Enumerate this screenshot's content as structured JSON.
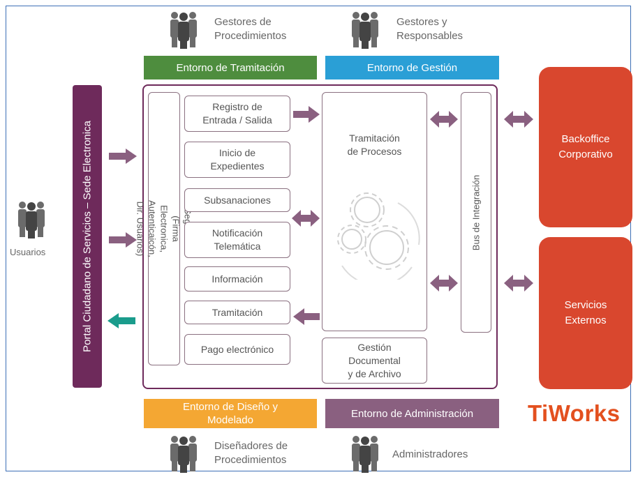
{
  "groups": {
    "gestores_procedimientos": "Gestores de\nProcedimientos",
    "gestores_responsables": "Gestores y\nResponsables",
    "usuarios": "Usuarios",
    "disenadores": "Diseñadores de\nProcedimientos",
    "administradores": "Administradores"
  },
  "environments": {
    "tramitacion": "Entorno de Tramitación",
    "gestion": "Entorno de Gestión",
    "diseno": "Entorno de Diseño y\nModelado",
    "administracion": "Entorno de Administración"
  },
  "portal": "Portal Ciudadano de Servicios – Sede Electronica",
  "seguridad": "Seguridad\n(Firma Electronica, Autenticaicón, Dir. Usuarios)",
  "services": [
    "Registro de\nEntrada / Salida",
    "Inicio de\nExpedientes",
    "Subsanaciones",
    "Notificación\nTelemática",
    "Información",
    "Tramitación",
    "Pago electrónico"
  ],
  "tramitacion_procesos": "Tramitación\nde Procesos",
  "gestion_documental": "Gestión\nDocumental\ny de Archivo",
  "bus": "Bus de Integración",
  "backoffice": "Backoffice\nCorporativo",
  "servicios_externos": "Servicios\nExternos",
  "brand": "TiWorks",
  "colors": {
    "portal": "#6e2a5b",
    "env_tramitacion": "#4e8d3e",
    "env_gestion": "#2a9fd6",
    "env_diseno": "#f4a733",
    "env_administracion": "#8a6080",
    "red_boxes": "#d9472e",
    "arrow": "#8a6080",
    "arrow_out": "#1a9c8c",
    "brand": "#e3501f"
  }
}
